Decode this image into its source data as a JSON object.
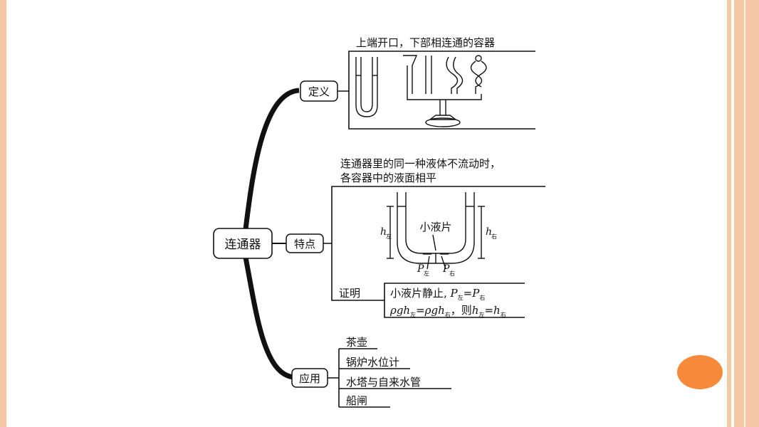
{
  "root": {
    "label": "连通器"
  },
  "definition": {
    "label": "定义",
    "text": "上端开口，下部相连通的容器"
  },
  "features": {
    "label": "特点",
    "text_line1": "连通器里的同一种液体不流动时，",
    "text_line2": "各容器中的液面相平",
    "figure": {
      "center_label": "小液片",
      "h_left": "h",
      "h_left_sub": "左",
      "h_right": "h",
      "h_right_sub": "右",
      "p_left": "P",
      "p_left_sub": "左",
      "p_right": "P",
      "p_right_sub": "右"
    },
    "proof": {
      "label": "证明",
      "line1_a": "小液片静止, ",
      "line1_p": "P",
      "line1_sub1": "左",
      "line1_eq": "=",
      "line1_p2": "P",
      "line1_sub2": "右",
      "line2_a": "ρgh",
      "line2_sub1": "左",
      "line2_eq": "=",
      "line2_b": "ρgh",
      "line2_sub2": "右",
      "line2_c": "，则",
      "line2_h": "h",
      "line2_sub3": "左",
      "line2_eq2": "=",
      "line2_h2": "h",
      "line2_sub4": "右"
    }
  },
  "applications": {
    "label": "应用",
    "items": [
      "茶壶",
      "锅炉水位计",
      "水塔与自来水管",
      "船闸"
    ]
  },
  "colors": {
    "border": "#f6c9a6",
    "dot": "#f7893a",
    "ink": "#111111"
  }
}
